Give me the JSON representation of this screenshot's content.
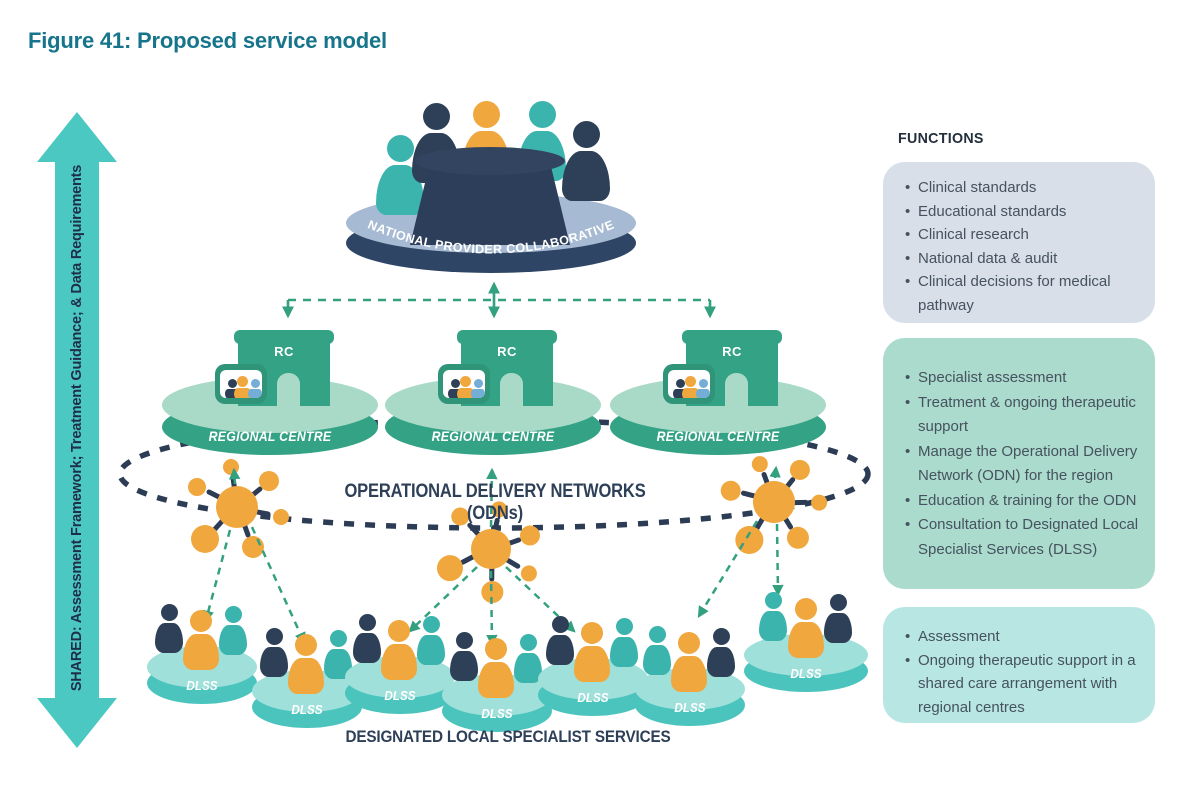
{
  "figure_title": "Figure 41: Proposed service model",
  "shared_axis": {
    "label": "SHARED: Assessment Framework; Treatment Guidance; & Data Requirements"
  },
  "diagram": {
    "national_provider_collaborative": {
      "label": "NATIONAL PROVIDER COLLABORATIVE"
    },
    "regional_centre": {
      "building_abbrev": "RC",
      "disc_label": "REGIONAL CENTRE",
      "count": 3
    },
    "odn_label": "OPERATIONAL DELIVERY NETWORKS (ODNs)",
    "dlss": {
      "disc_label": "DLSS",
      "count": 7
    },
    "dlss_caption": "DESIGNATED LOCAL SPECIALIST SERVICES"
  },
  "functions_panel": {
    "heading": "FUNCTIONS",
    "national_box": {
      "items": [
        "Clinical standards",
        "Educational standards",
        "Clinical research",
        "National data & audit",
        "Clinical decisions for medical pathway"
      ]
    },
    "regional_box": {
      "items": [
        "Specialist assessment",
        "Treatment & ongoing therapeutic support",
        "Manage the Operational Delivery Network (ODN) for the region",
        "Education & training for the ODN",
        "Consultation to Designated Local Specialist Services (DLSS)"
      ]
    },
    "dlss_box": {
      "items": [
        "Assessment",
        "Ongoing therapeutic support in a shared care arrangement with regional centres"
      ]
    }
  },
  "palette": {
    "title_teal": "#16748b",
    "arrow_teal": "#4cc8c2",
    "navy": "#2e4057",
    "navy_dark": "#2c3c55",
    "npc_rim": "#2e4565",
    "npc_top": "#a7bad3",
    "green": "#34a284",
    "green_light": "#a9dac8",
    "dlss_rim": "#4cc4be",
    "dlss_top": "#9fe0da",
    "orange": "#f0a73e",
    "green_arrow": "#33a07f",
    "box_blue": "#d8dfe9",
    "box_green": "#aadbcc",
    "box_teal": "#b7e6e3",
    "body_text": "#46525f"
  }
}
